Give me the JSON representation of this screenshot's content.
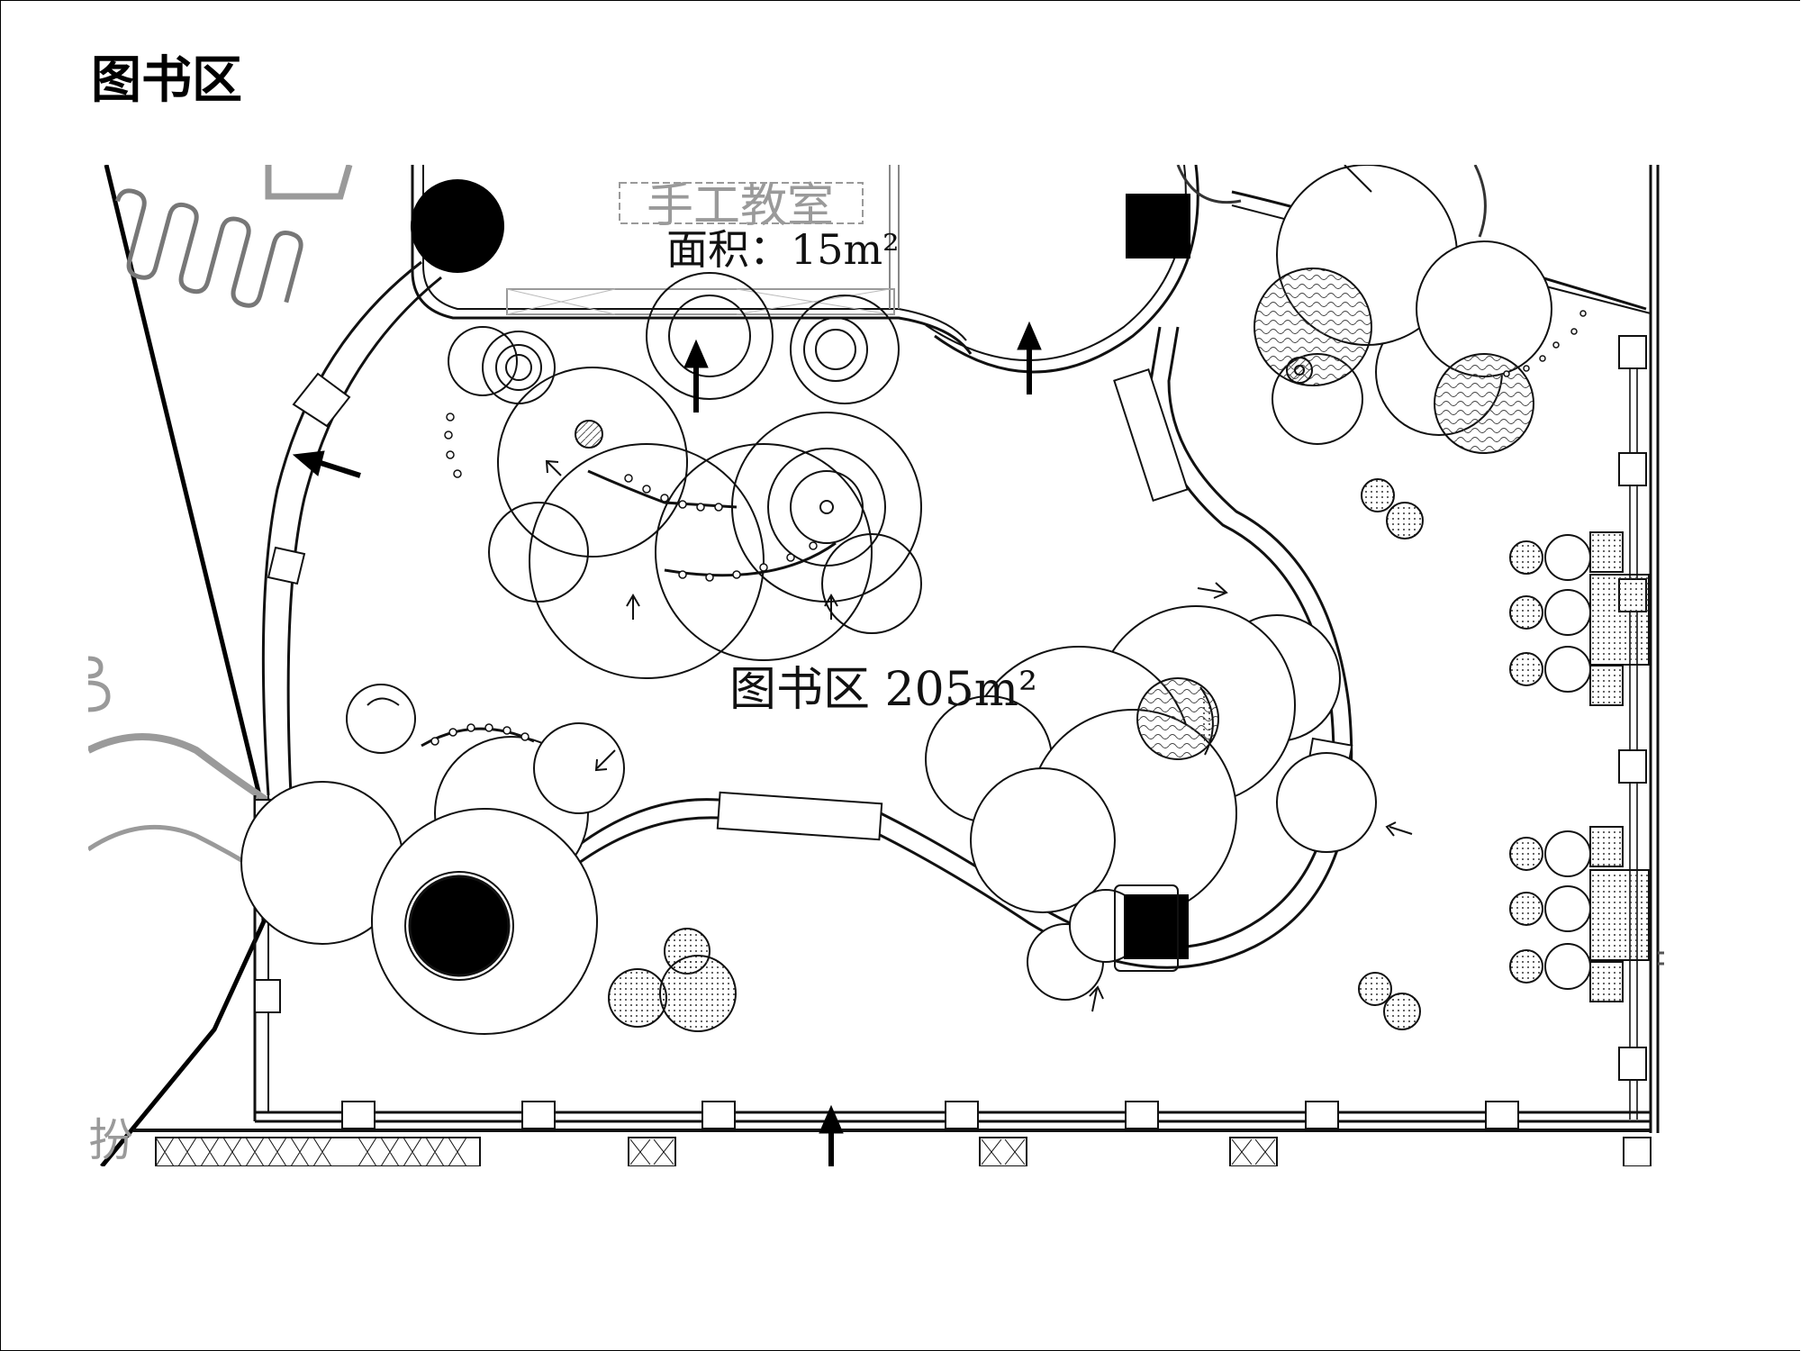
{
  "page": {
    "title": "图书区"
  },
  "plan": {
    "upper_room_name": "手工教室",
    "upper_room_area": "面积：15m²",
    "main_area_label": "图书区 205m²",
    "corner_fragment": "扮"
  },
  "colors": {
    "line": "#111111",
    "ghost_line": "#9a9a9a",
    "fill_dark": "#000000",
    "background": "#ffffff"
  }
}
